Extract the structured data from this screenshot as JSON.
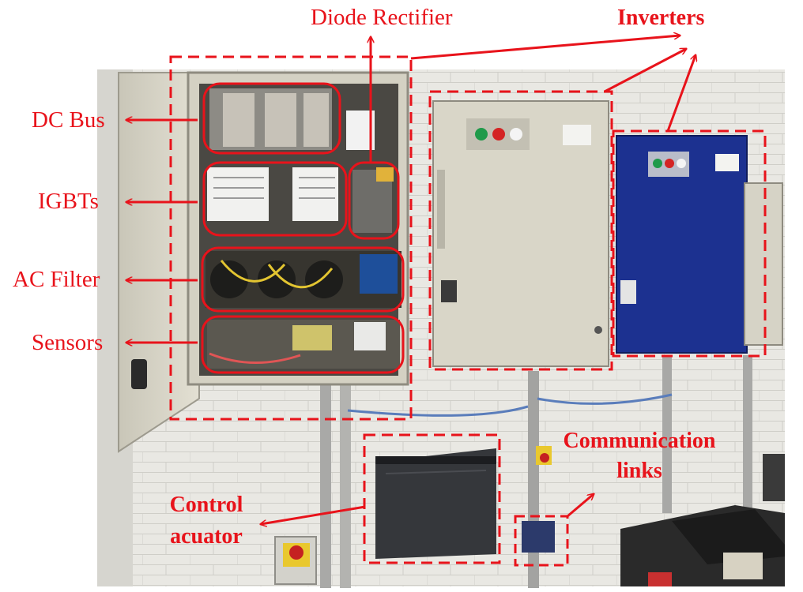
{
  "annotations": {
    "labels": {
      "diode_rectifier": "Diode Rectifier",
      "inverters": "Inverters",
      "dc_bus": "DC Bus",
      "igbts": "IGBTs",
      "ac_filter": "AC Filter",
      "sensors": "Sensors",
      "communication_links": "Communication links",
      "control_actuator": "Control acuator"
    },
    "line_color": "#e8131b"
  },
  "scene": {
    "photo_description_colors": {
      "wall": "#e7e6e1",
      "beige_cabinet": "#d8d4c5",
      "blue_cabinet": "#1a2f8a",
      "black_panel": "#2e2f33"
    },
    "inverter_buttons": [
      "green",
      "red",
      "white"
    ]
  }
}
